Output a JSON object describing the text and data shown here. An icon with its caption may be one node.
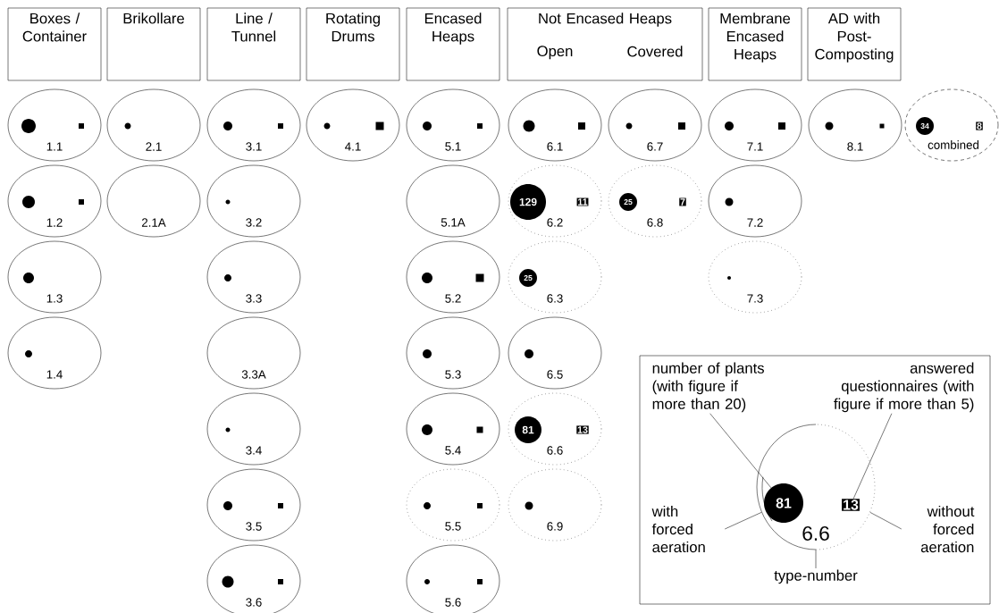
{
  "diagram": {
    "nodes": [
      {
        "text": [
          "Boxes / Container"
        ]
      },
      {
        "text": [
          "Brikollare"
        ]
      },
      {
        "text": [
          "Line / Tunnel"
        ]
      },
      {
        "text": [
          "Rotating Drums"
        ]
      },
      {
        "text": [
          "Encased Heaps"
        ]
      },
      {
        "text": [
          "Not Encased Heaps",
          "Open",
          "Covered"
        ]
      },
      {
        "text": [
          "Membrane Encased Heaps"
        ]
      },
      {
        "text": [
          "AD with Post-Composting"
        ]
      },
      {
        "text": [
          "1.1"
        ]
      },
      {
        "text": [
          "2.1"
        ]
      },
      {
        "text": [
          "3.1"
        ]
      },
      {
        "text": [
          "4.1"
        ]
      },
      {
        "text": [
          "5.1"
        ]
      },
      {
        "text": [
          "6.1"
        ]
      },
      {
        "text": [
          "6.7"
        ]
      },
      {
        "text": [
          "7.1"
        ]
      },
      {
        "text": [
          "8.1"
        ]
      },
      {
        "text": [
          "34",
          "8",
          "combined"
        ]
      },
      {
        "text": [
          "1.2"
        ]
      },
      {
        "text": [
          "2.1A"
        ]
      },
      {
        "text": [
          "3.2"
        ]
      },
      {
        "text": [
          "5.1A"
        ]
      },
      {
        "text": [
          "129",
          "11",
          "6.2"
        ]
      },
      {
        "text": [
          "25",
          "7",
          "6.8"
        ]
      },
      {
        "text": [
          "7.2"
        ]
      },
      {
        "text": [
          "1.3"
        ]
      },
      {
        "text": [
          "3.3"
        ]
      },
      {
        "text": [
          "5.2"
        ]
      },
      {
        "text": [
          "25",
          "6.3"
        ]
      },
      {
        "text": [
          "7.3"
        ]
      },
      {
        "text": [
          "1.4"
        ]
      },
      {
        "text": [
          "3.3A"
        ]
      },
      {
        "text": [
          "5.3"
        ]
      },
      {
        "text": [
          "6.5"
        ]
      },
      {
        "text": [
          "3.4"
        ]
      },
      {
        "text": [
          "5.4"
        ]
      },
      {
        "text": [
          "81",
          "13",
          "6.6"
        ]
      },
      {
        "text": [
          "3.5"
        ]
      },
      {
        "text": [
          "5.5"
        ]
      },
      {
        "text": [
          "6.9"
        ]
      },
      {
        "text": [
          "3.6"
        ]
      },
      {
        "text": [
          "5.6"
        ]
      },
      {
        "text": [],
        "shape": "box"
      },
      {
        "text": [
          "number of plants (with figure if more than 20)"
        ],
        "in": 42
      },
      {
        "text": [
          "answered questionnaires (with figure if more than 5)"
        ],
        "in": 42
      },
      {
        "text": [
          "with forced aeration"
        ],
        "in": 42
      },
      {
        "text": [
          "6.6"
        ],
        "in": 42
      },
      {
        "text": [
          "81"
        ],
        "in": 46
      },
      {
        "text": [
          "13"
        ],
        "in": 46
      },
      {
        "text": [
          "without forced aeration"
        ],
        "in": 42
      },
      {
        "text": [
          "type-number"
        ],
        "in": 42
      }
    ],
    "edges": [
      {
        "from": 43,
        "to": 47,
        "arrow": "none"
      },
      {
        "from": 44,
        "to": 48,
        "arrow": "none"
      },
      {
        "from": 45,
        "to": 46,
        "arrow": "none"
      },
      {
        "from": 49,
        "to": 46,
        "arrow": "none"
      },
      {
        "from": 50,
        "to": 46,
        "arrow": "none"
      }
    ]
  }
}
